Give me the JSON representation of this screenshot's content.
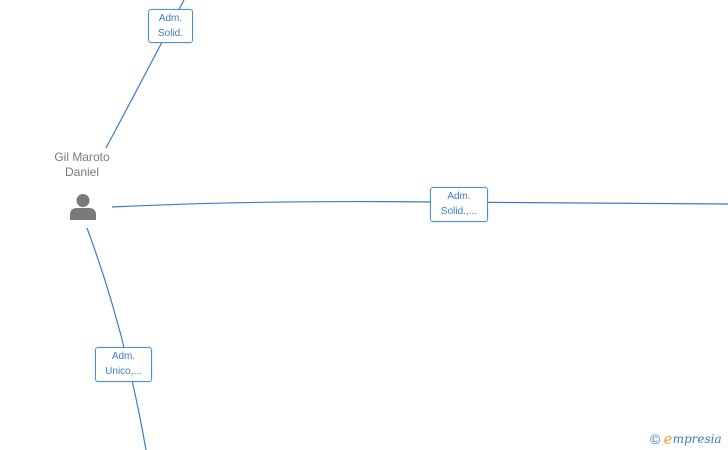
{
  "person": {
    "name_line1": "Gil Maroto",
    "name_line2": "Daniel",
    "icon": "person-icon"
  },
  "edges": [
    {
      "id": "top",
      "line1": "Adm.",
      "line2": "Solid."
    },
    {
      "id": "right",
      "line1": "Adm.",
      "line2": "Solid.,..."
    },
    {
      "id": "bottom",
      "line1": "Adm.",
      "line2": "Unico,..."
    }
  ],
  "watermark": {
    "copyright_symbol": "©",
    "brand_initial": "e",
    "brand_rest": "mpresia"
  },
  "colors": {
    "edge": "#3a7cc9",
    "person_icon": "#7a7a7a",
    "brand_initial": "#f0a020"
  }
}
